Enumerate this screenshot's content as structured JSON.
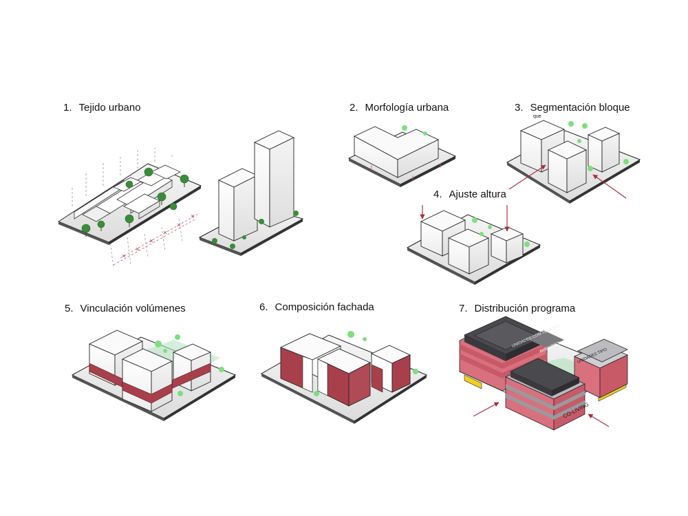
{
  "steps": [
    {
      "num": "1.",
      "title": "Tejido urbano"
    },
    {
      "num": "2.",
      "title": "Morfología urbana"
    },
    {
      "num": "3.",
      "title": "Segmentación bloque"
    },
    {
      "num": "4.",
      "title": "Ajuste altura"
    },
    {
      "num": "5.",
      "title": "Vinculación volúmenes"
    },
    {
      "num": "6.",
      "title": "Composición fachada"
    },
    {
      "num": "7.",
      "title": "Distribución programa"
    }
  ],
  "annotation_que": "que",
  "program_labels": {
    "units_terrace": "UNIDADES CON TERRAZA",
    "amenities": "AMENITIES",
    "units_type": "UNIDADES TIPO",
    "coliving": "CO-LIVING"
  },
  "colors": {
    "facade_red": "#a8404c",
    "pink": "#d9707e",
    "dark_roof": "#4a4a4e",
    "grey_floor": "#b8b8bc",
    "tree_green": "#7be07b",
    "plaza_green": "#b9e3c4",
    "arrow_red": "#a83040",
    "yellow": "#f0d020"
  }
}
